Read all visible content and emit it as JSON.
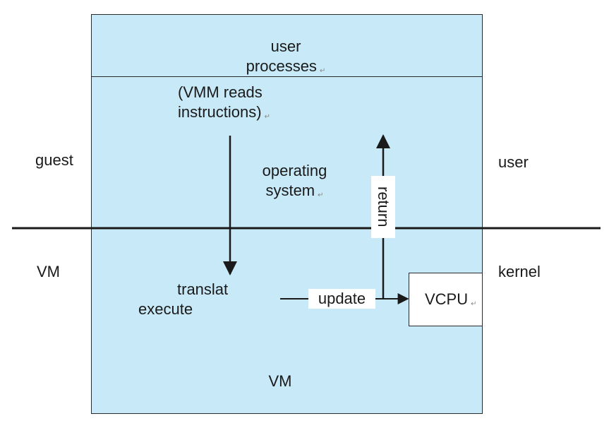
{
  "colors": {
    "box_fill": "#c8e9f8",
    "box_stroke": "#2a2a2a",
    "line": "#1a1a1a",
    "text": "#1a1a1a"
  },
  "labels": {
    "user_processes_line1": "user",
    "user_processes_line2": "processes",
    "vmm_reads_line1": "(VMM reads",
    "vmm_reads_line2": "instructions)",
    "guest": "guest",
    "user": "user",
    "operating_system_line1": "operating",
    "operating_system_line2": "system",
    "return": "return",
    "vm_left": "VM",
    "kernel": "kernel",
    "translat": "translat",
    "execute": "execute",
    "update": "update",
    "vcpu": "VCPU",
    "vm_bottom": "VM"
  },
  "marks": {
    "return_glyph": "↵",
    "small_mark": "↵"
  }
}
